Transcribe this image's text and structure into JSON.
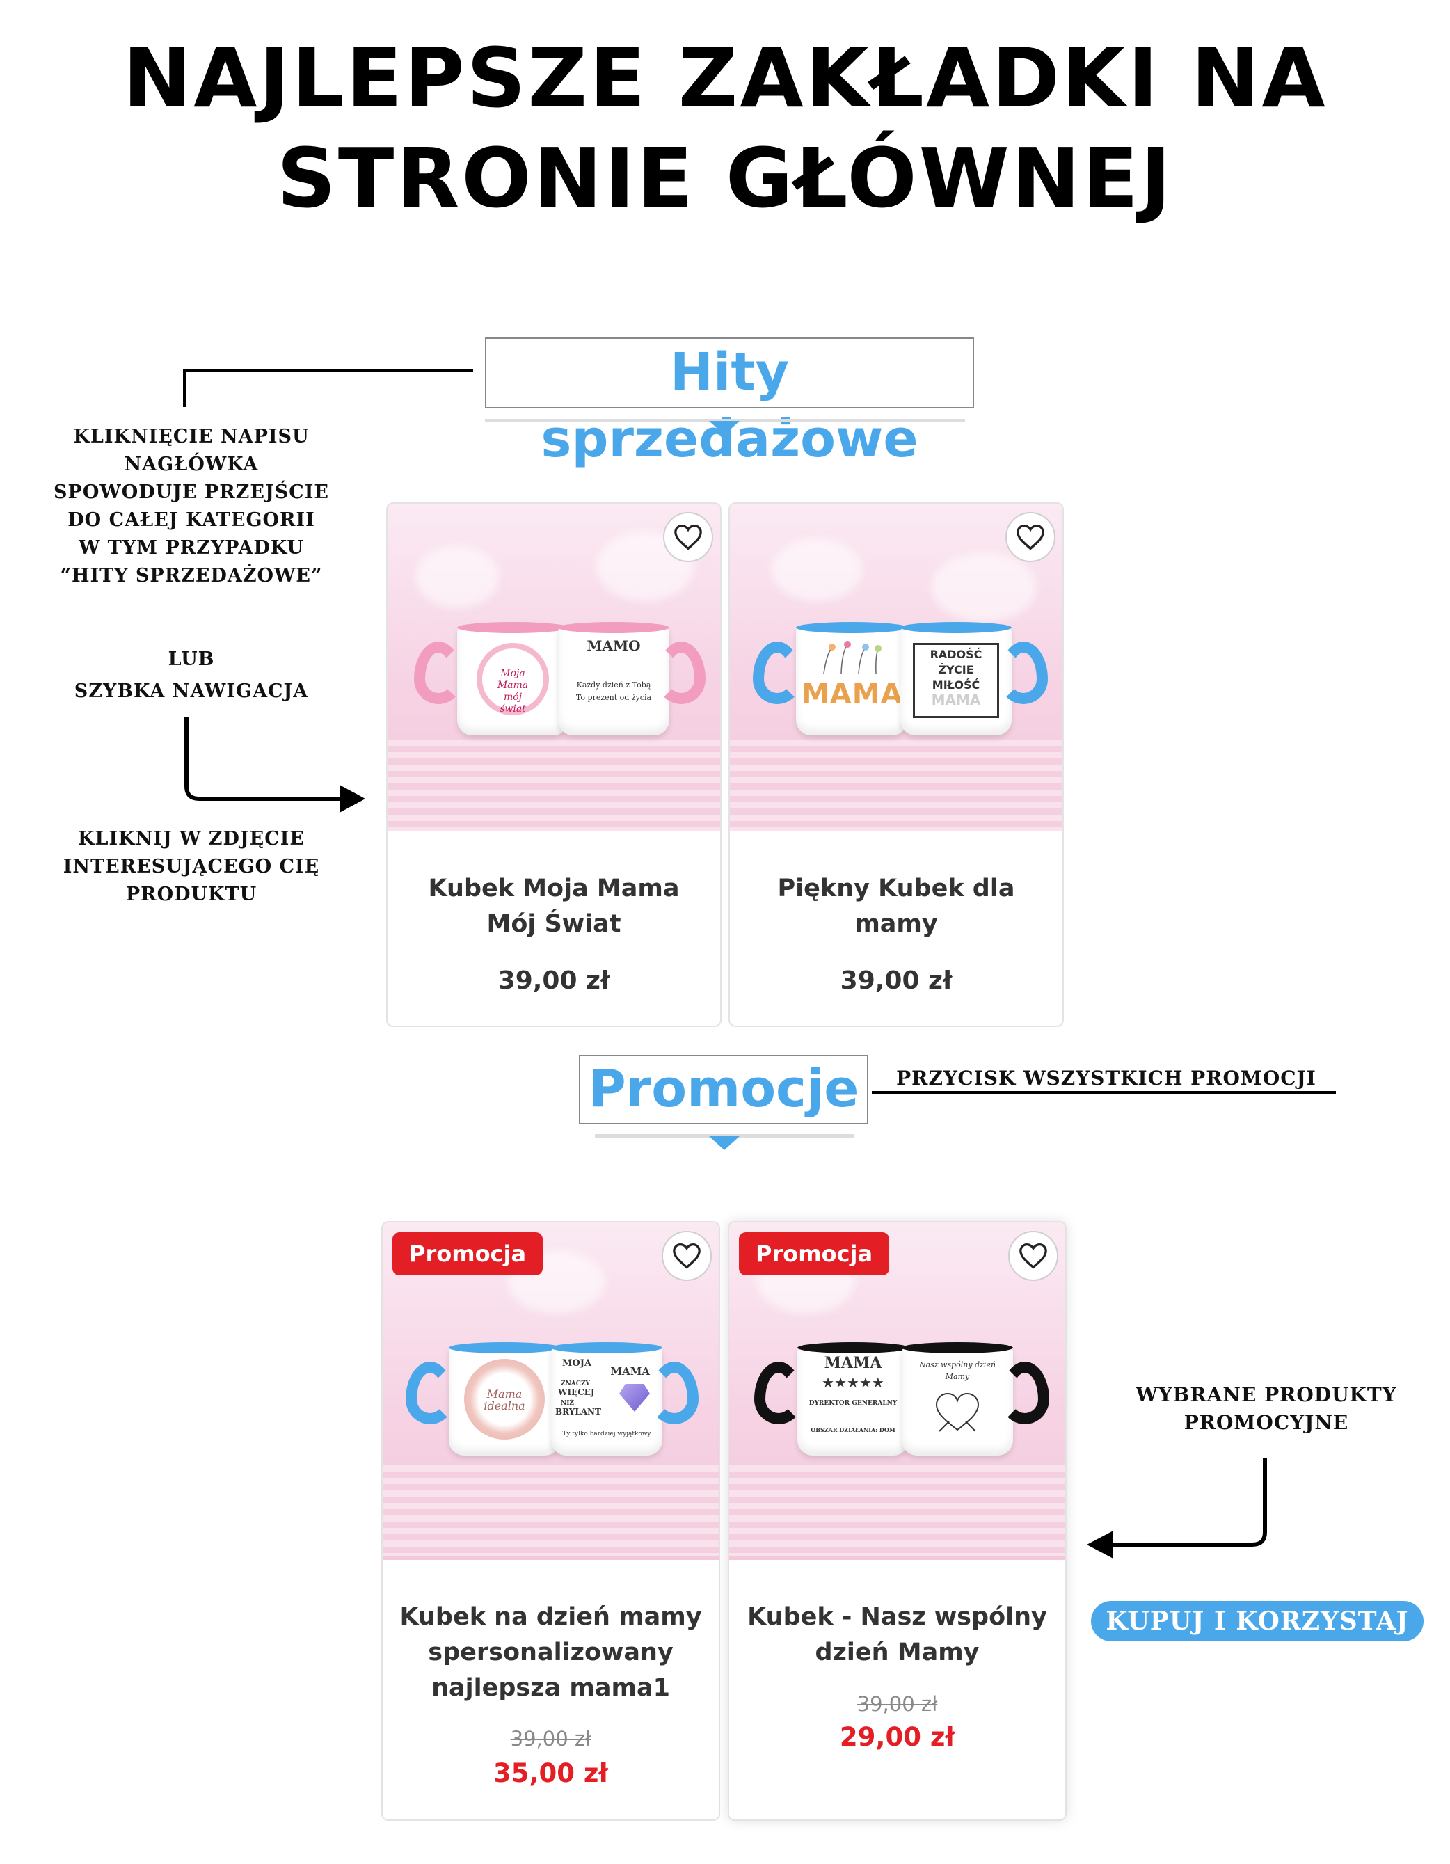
{
  "page": {
    "title_line1": "NAJLEPSZE ZAKŁADKI NA",
    "title_line2": "STRONIE GŁÓWNEJ",
    "accent_color": "#4aa8ea",
    "promo_color": "#e31e24"
  },
  "notes": {
    "header_click": [
      "KLIKNIĘCIE NAPISU NAGŁÓWKA",
      "SPOWODUJE PRZEJŚCIE",
      "DO CAŁEJ KATEGORII",
      "W TYM PRZYPADKU",
      "“HITY SPRZEDAŻOWE”"
    ],
    "quick_nav": [
      "LUB",
      "SZYBKA NAWIGACJA"
    ],
    "click_image": [
      "KLIKNIJ W ZDJĘCIE",
      "INTERESUJĄCEGO CIĘ PRODUKTU"
    ],
    "all_promos": "PRZYCISK WSZYSTKICH PROMOCJI",
    "selected_promos": [
      "WYBRANE PRODUKTY",
      "PROMOCYJNE"
    ]
  },
  "sections": {
    "bestsellers": {
      "heading": "Hity sprzedażowe",
      "products": [
        {
          "name": "Kubek Moja Mama Mój Świat",
          "price": "39,00 zł",
          "mug_left_text": "Moja Mama mój świat",
          "mug_right_text": [
            "MAMO",
            "Każdy dzień z Tobą",
            "To prezent od życia"
          ],
          "handle_color": "#f29cc0"
        },
        {
          "name": "Piękny Kubek dla mamy",
          "price": "39,00 zł",
          "mug_left_text": "MAMA",
          "mug_right_text": [
            "RADOŚĆ",
            "ŻYCIE",
            "MIŁOŚĆ",
            "MAMA"
          ],
          "handle_color": "#4aa8ea"
        }
      ]
    },
    "promotions": {
      "heading": "Promocje",
      "badge": "Promocja",
      "products": [
        {
          "name": "Kubek na dzień mamy spersonalizowany najlepsza mama1",
          "old_price": "39,00 zł",
          "new_price": "35,00 zł",
          "mug_left_text": "Mama idealna",
          "mug_right_text": [
            "MOJA",
            "MAMA",
            "ZNACZY",
            "WIĘCEJ",
            "NIŻ",
            "BRYLANT",
            "Ty tylko bardziej wyjątkowy"
          ],
          "handle_color": "#4aa8ea"
        },
        {
          "name": "Kubek - Nasz wspólny dzień Mamy",
          "old_price": "39,00 zł",
          "new_price": "29,00 zł",
          "mug_left_text": [
            "MAMA",
            "★★★★★",
            "DYREKTOR GENERALNY",
            "OBSZAR DZIAŁANIA: DOM"
          ],
          "mug_right_text": "Nasz wspólny dzień Mamy",
          "handle_color": "#111111"
        }
      ]
    }
  },
  "cta": {
    "label": "KUPUJ I KORZYSTAJ"
  }
}
